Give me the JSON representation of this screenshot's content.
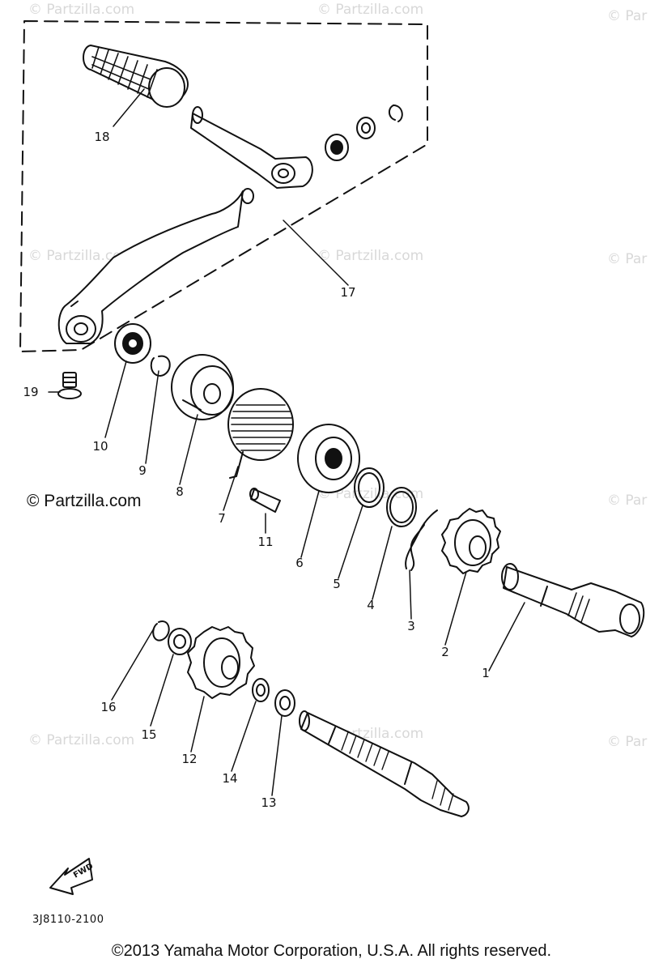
{
  "watermarks": {
    "text": "© Partzilla.com",
    "edge": "© Par",
    "bold": "© Partzilla.com"
  },
  "callouts": {
    "c1": "1",
    "c2": "2",
    "c3": "3",
    "c4": "4",
    "c5": "5",
    "c6": "6",
    "c7": "7",
    "c8": "8",
    "c9": "9",
    "c10": "10",
    "c11": "11",
    "c12": "12",
    "c13": "13",
    "c14": "14",
    "c15": "15",
    "c16": "16",
    "c17": "17",
    "c18": "18",
    "c19": "19"
  },
  "fwd_label": "FWD",
  "part_code": "3J8110-2100",
  "copyright": "©2013 Yamaha Motor Corporation, U.S.A. All rights reserved.",
  "colors": {
    "ink": "#111111",
    "watermark": "#d8d8d8",
    "background": "#ffffff"
  }
}
